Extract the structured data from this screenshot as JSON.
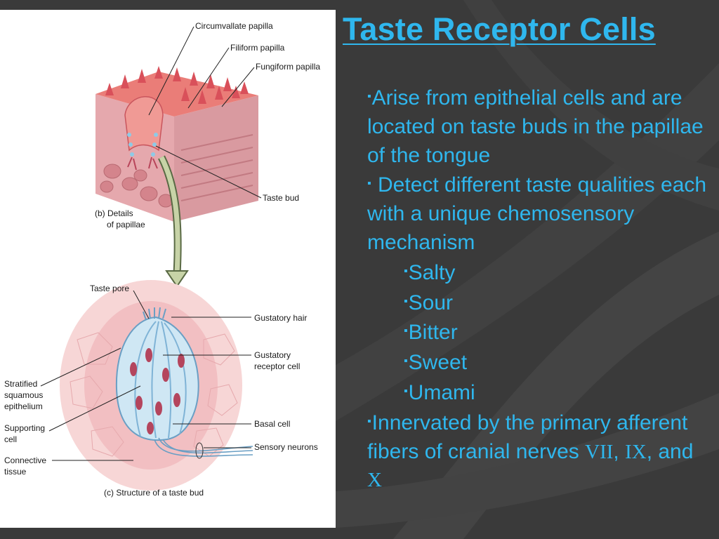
{
  "slide": {
    "title": "Taste Receptor Cells",
    "bullet_marker": "▪",
    "bullets": [
      {
        "text": "Arise from epithelial cells and are located on taste buds in the papillae of the tongue"
      },
      {
        "text": " Detect different taste qualities each with a unique chemosensory mechanism"
      },
      {
        "text": "Salty"
      },
      {
        "text": "Sour"
      },
      {
        "text": "Bitter"
      },
      {
        "text": "Sweet"
      },
      {
        "text": "Umami"
      },
      {
        "text_start": "Innervated by the primary afferent fibers of cranial nerves ",
        "nerve_1": "VII",
        "sep_1": ", ",
        "nerve_2": "IX",
        "sep_2": ", and ",
        "nerve_3": "X"
      }
    ]
  },
  "figure": {
    "labels": {
      "circumvallate": "Circumvallate papilla",
      "filiform": "Filiform papilla",
      "fungiform": "Fungiform papilla",
      "taste_bud": "Taste bud",
      "details_b_1": "(b) Details",
      "details_b_2": "of papillae",
      "taste_pore": "Taste pore",
      "gustatory_hair": "Gustatory hair",
      "receptor_cell_1": "Gustatory",
      "receptor_cell_2": "receptor cell",
      "stratified_1": "Stratified",
      "stratified_2": "squamous",
      "stratified_3": "epithelium",
      "supporting_1": "Supporting",
      "supporting_2": "cell",
      "basal_cell": "Basal cell",
      "sensory_neurons": "Sensory neurons",
      "connective_1": "Connective",
      "connective_2": "tissue",
      "caption_c": "(c) Structure of a taste bud"
    }
  },
  "colors": {
    "background": "#3a3a3a",
    "accent_text": "#2fb7ee",
    "panel": "#ffffff"
  }
}
